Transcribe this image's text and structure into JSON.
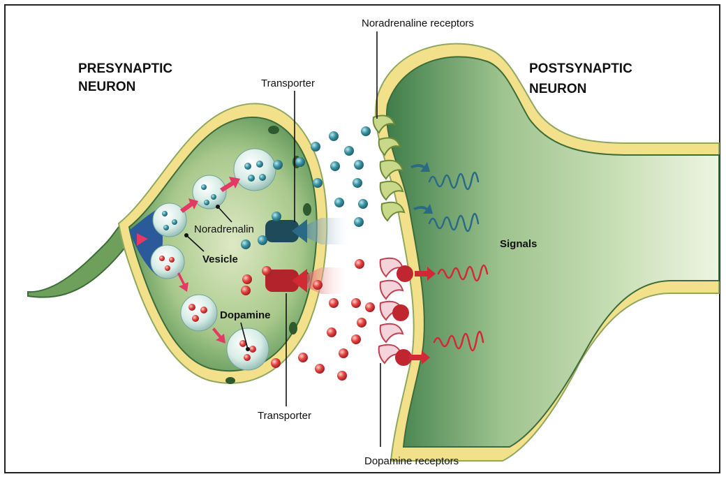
{
  "labels": {
    "presynaptic_line1": "PRESYNAPTIC",
    "presynaptic_line2": "NEURON",
    "postsynaptic_line1": "POSTSYNAPTIC",
    "postsynaptic_line2": "NEURON",
    "transporter_top": "Transporter",
    "transporter_bottom": "Transporter",
    "noradrenaline_receptors": "Noradrenaline receptors",
    "dopamine_receptors": "Dopamine receptors",
    "noradrenalin": "Noradrenalin",
    "vesicle": "Vesicle",
    "dopamine": "Dopamine",
    "signals": "Signals"
  },
  "colors": {
    "membrane_yellow": "#f2e08a",
    "neuron_green_light": "#cfe3b4",
    "neuron_green_dark": "#2f6a3c",
    "noradrenaline_teal": "#2f8a9a",
    "dopamine_red": "#d6323c",
    "arrow_pink": "#e23a64",
    "inner_blue": "#2a5a9a"
  }
}
